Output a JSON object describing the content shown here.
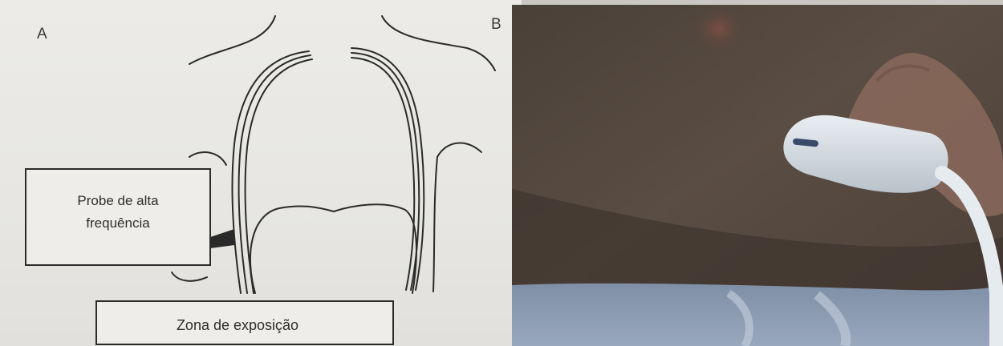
{
  "figure": {
    "panel_a": {
      "letter": "A",
      "probe_label_line1": "Probe de alta",
      "probe_label_line2": "frequência",
      "zone_label": "Zona de exposição"
    },
    "panel_b": {
      "letter": "B"
    }
  }
}
